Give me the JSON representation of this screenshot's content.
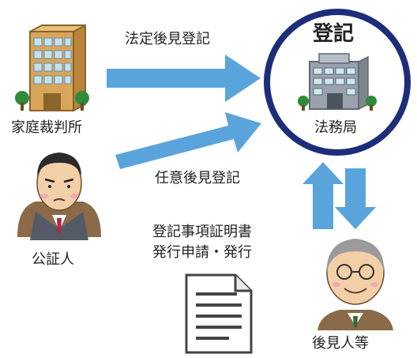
{
  "nodes": {
    "court": {
      "label": "家庭裁判所"
    },
    "notary": {
      "label": "公証人"
    },
    "bureau": {
      "title": "登記",
      "label": "法務局"
    },
    "guardian": {
      "label": "後見人等"
    },
    "certificate": {
      "line1": "登記事項証明書",
      "line2": "発行申請・発行"
    }
  },
  "edges": {
    "court_to_bureau": {
      "label": "法定後見登記"
    },
    "notary_to_bureau": {
      "label": "任意後見登記"
    }
  },
  "colors": {
    "arrow": "#5aa4dc",
    "circle": "#1c2d7a",
    "building_court": "#d9a55a",
    "building_bureau": "#9aa3ad",
    "tree": "#2f8a3a"
  }
}
